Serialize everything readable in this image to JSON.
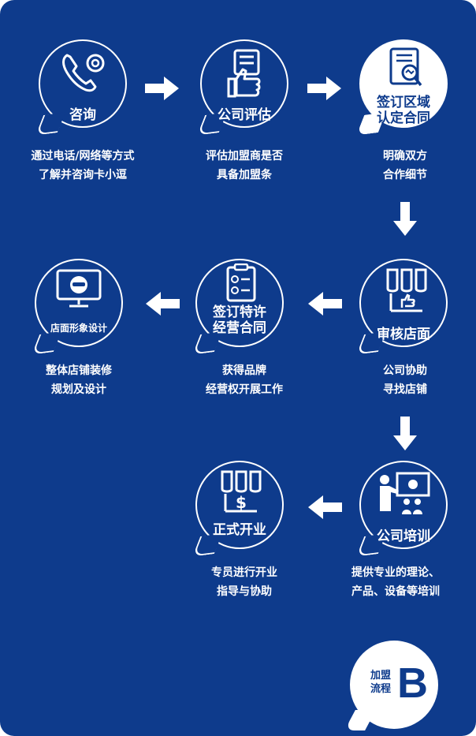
{
  "colors": {
    "background": "#0e3b8c",
    "foreground": "#ffffff"
  },
  "steps": [
    {
      "label_lines": [
        "咨询"
      ],
      "desc_lines": [
        "通过电话/网络等方式",
        "了解并咨询卡小逗"
      ],
      "icon": "phone-icon"
    },
    {
      "label_lines": [
        "公司评估"
      ],
      "desc_lines": [
        "评估加盟商是否",
        "具备加盟条"
      ],
      "icon": "thumbs-up-document-icon"
    },
    {
      "label_lines": [
        "签订区域",
        "认定合同"
      ],
      "desc_lines": [
        "明确双方",
        "合作细节"
      ],
      "icon": "contract-icon"
    },
    {
      "label_lines": [
        "审核店面"
      ],
      "desc_lines": [
        "公司协助",
        "寻找店铺"
      ],
      "icon": "storefront-approve-icon"
    },
    {
      "label_lines": [
        "签订特许",
        "经营合同"
      ],
      "desc_lines": [
        "获得品牌",
        "经营权开展工作"
      ],
      "icon": "checklist-icon"
    },
    {
      "label_lines": [
        "店面形象设计"
      ],
      "desc_lines": [
        "整体店铺装修",
        "规划及设计"
      ],
      "icon": "monitor-icon"
    },
    {
      "label_lines": [
        "公司培训"
      ],
      "desc_lines": [
        "提供专业的理论、",
        "产品、设备等培训"
      ],
      "icon": "training-board-icon"
    },
    {
      "label_lines": [
        "正式开业"
      ],
      "desc_lines": [
        "专员进行开业",
        "指导与协助"
      ],
      "icon": "store-dollar-icon"
    }
  ],
  "badge": {
    "text_lines": [
      "加盟",
      "流程"
    ],
    "letter": "B"
  }
}
